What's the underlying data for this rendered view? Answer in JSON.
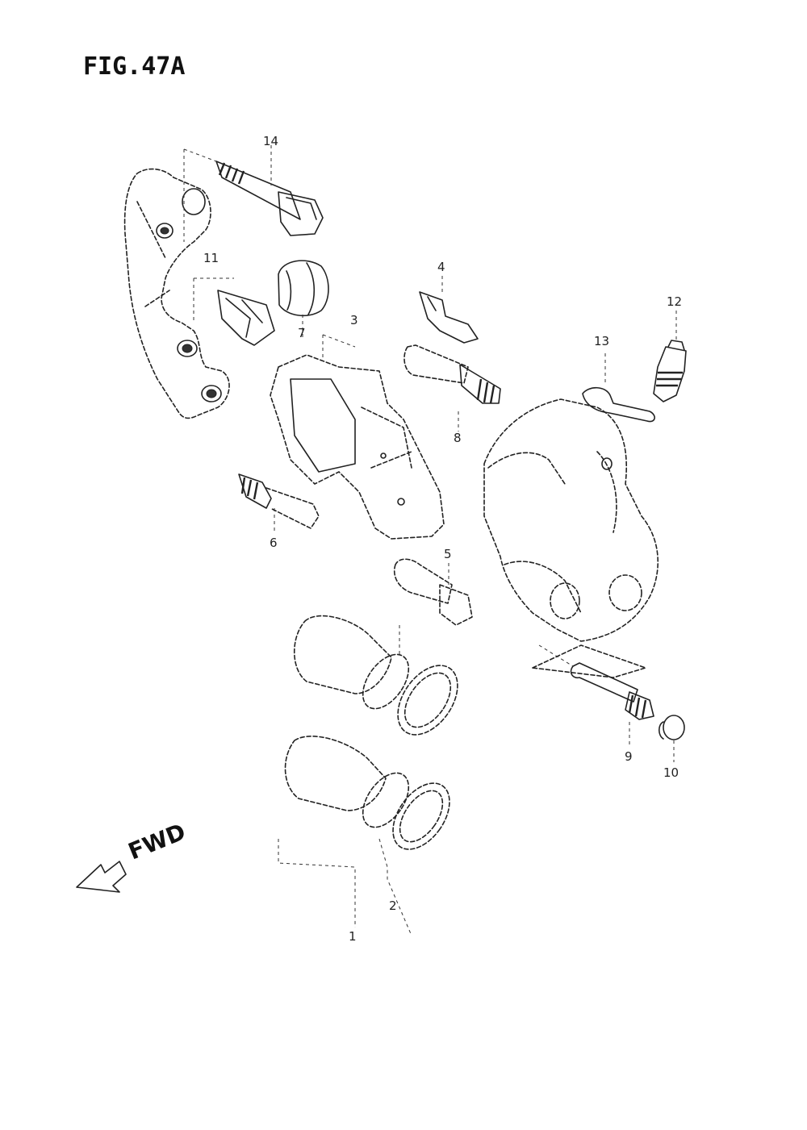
{
  "figure": {
    "title": "FIG.47A",
    "direction_label": "FWD"
  },
  "callouts": [
    {
      "id": "1",
      "text": "1"
    },
    {
      "id": "2",
      "text": "2"
    },
    {
      "id": "3",
      "text": "3"
    },
    {
      "id": "4",
      "text": "4"
    },
    {
      "id": "5",
      "text": "5"
    },
    {
      "id": "6",
      "text": "6"
    },
    {
      "id": "7",
      "text": "7"
    },
    {
      "id": "8",
      "text": "8"
    },
    {
      "id": "9",
      "text": "9"
    },
    {
      "id": "10",
      "text": "10"
    },
    {
      "id": "11",
      "text": "11"
    },
    {
      "id": "12",
      "text": "12"
    },
    {
      "id": "13",
      "text": "13"
    },
    {
      "id": "14",
      "text": "14"
    }
  ]
}
